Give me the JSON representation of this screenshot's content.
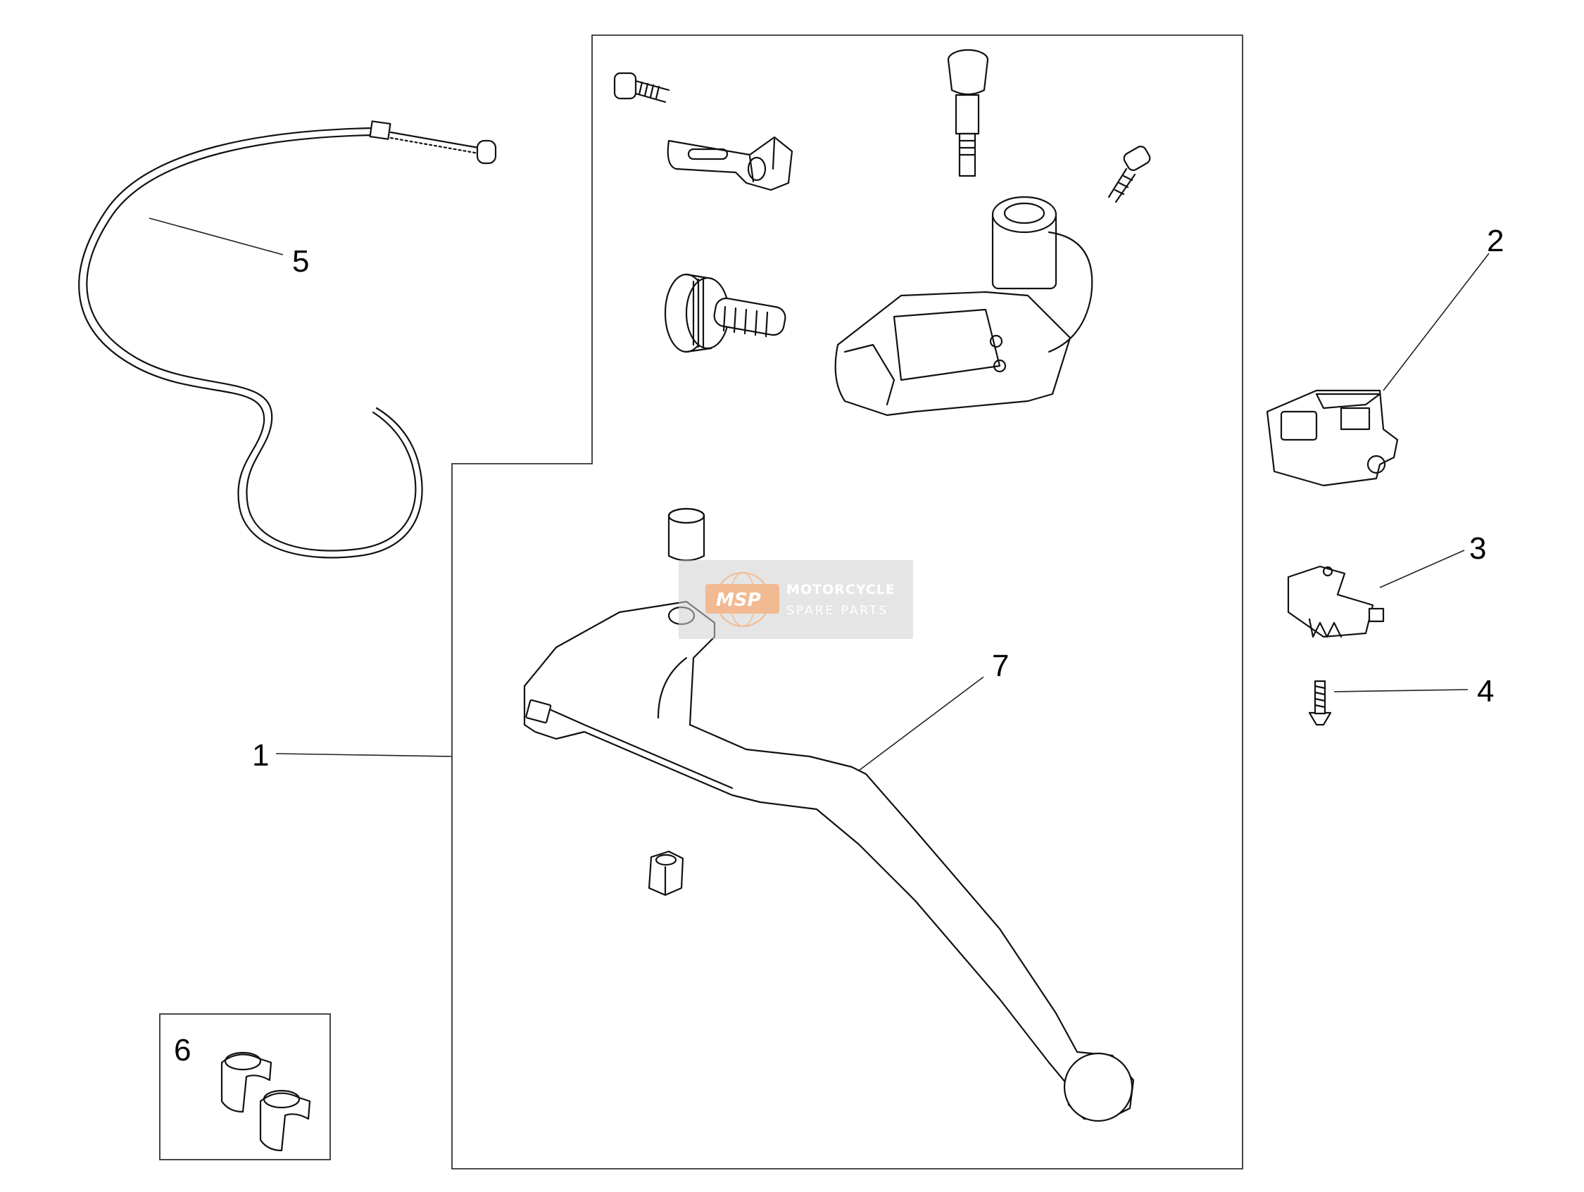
{
  "diagram": {
    "callouts": [
      {
        "id": "1",
        "label": "1"
      },
      {
        "id": "2",
        "label": "2"
      },
      {
        "id": "3",
        "label": "3"
      },
      {
        "id": "4",
        "label": "4"
      },
      {
        "id": "5",
        "label": "5"
      },
      {
        "id": "6",
        "label": "6"
      },
      {
        "id": "7",
        "label": "7"
      }
    ]
  },
  "watermark": {
    "logo_text": "MSP",
    "title": "MOTORCYCLE",
    "subtitle": "SPARE PARTS",
    "accent_color": "#e8833a"
  }
}
